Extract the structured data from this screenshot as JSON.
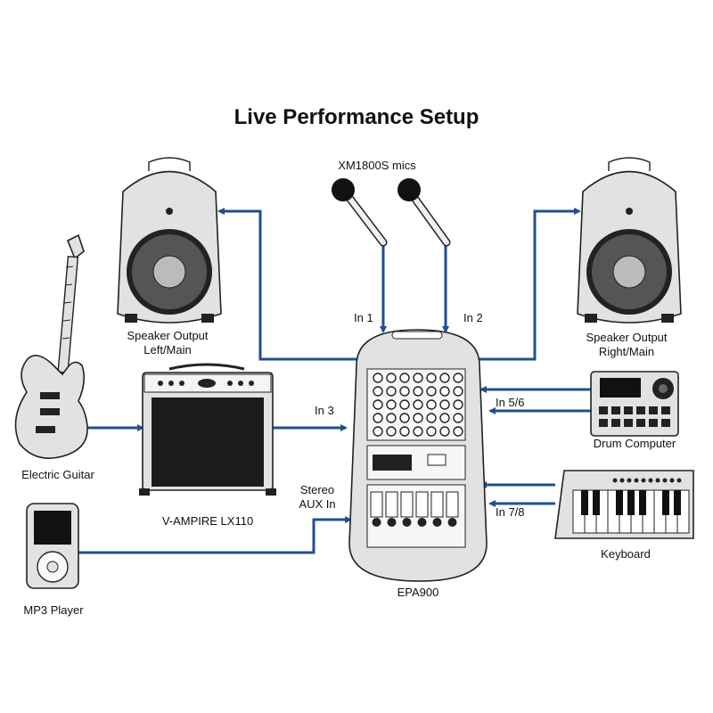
{
  "title": "Live Performance Setup",
  "labels": {
    "mics": "XM1800S mics",
    "in1": "In 1",
    "in2": "In 2",
    "in3": "In 3",
    "in56": "In 5/6",
    "in78": "In 7/8",
    "stereo_aux_line1": "Stereo",
    "stereo_aux_line2": "AUX In",
    "speaker_left_line1": "Speaker Output",
    "speaker_left_line2": "Left/Main",
    "speaker_right_line1": "Speaker Output",
    "speaker_right_line2": "Right/Main",
    "electric_guitar": "Electric Guitar",
    "amp": "V-AMPIRE LX110",
    "mp3_player": "MP3 Player",
    "mixer": "EPA900",
    "drum_computer": "Drum Computer",
    "keyboard": "Keyboard"
  },
  "colors": {
    "wire": "#1f4f8f",
    "device_fill": "#e2e2e2",
    "outline": "#222222"
  }
}
